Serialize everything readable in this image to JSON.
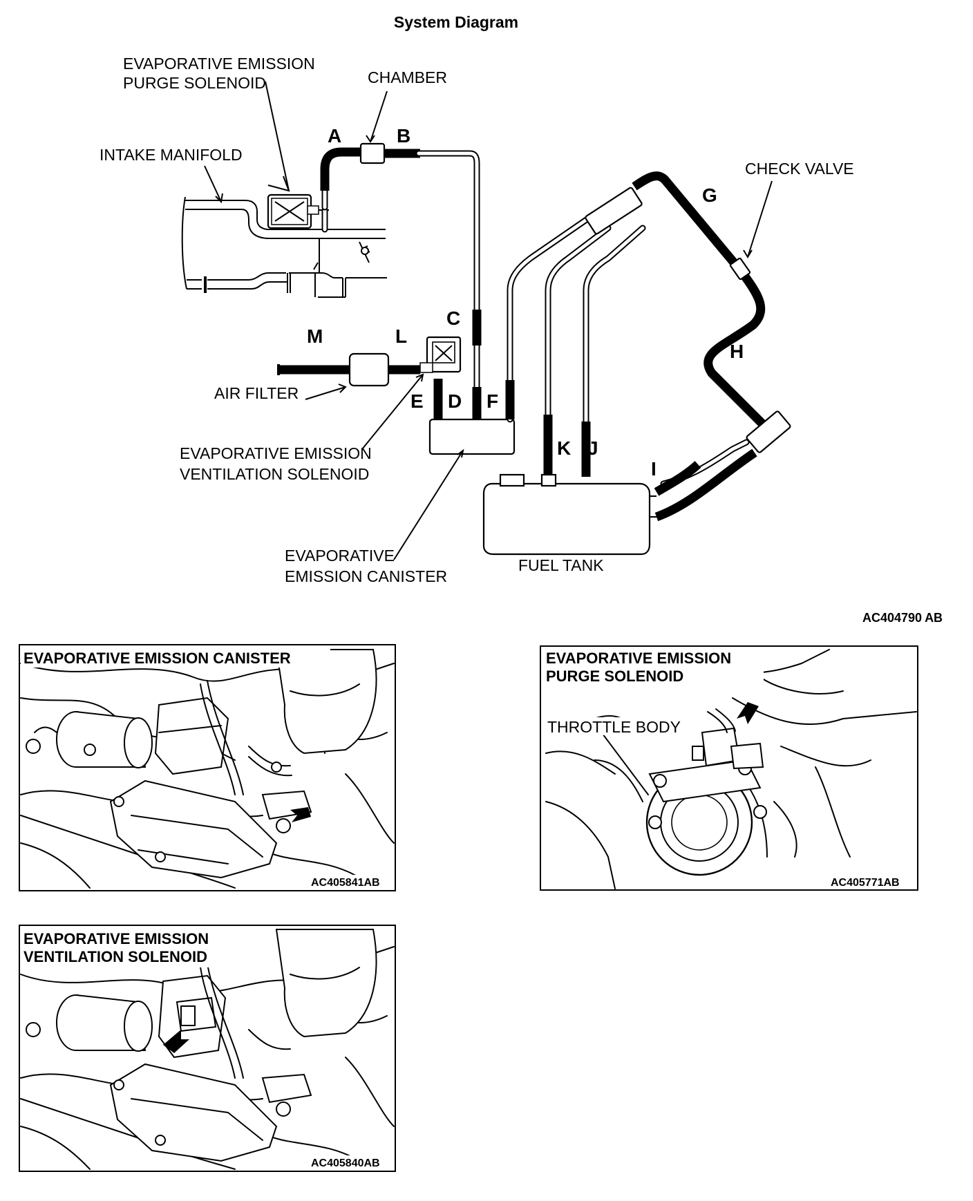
{
  "diagram": {
    "title": "System Diagram",
    "labels": {
      "purge_solenoid_l1": "EVAPORATIVE EMISSION",
      "purge_solenoid_l2": "PURGE SOLENOID",
      "chamber": "CHAMBER",
      "intake_manifold": "INTAKE MANIFOLD",
      "check_valve": "CHECK VALVE",
      "air_filter": "AIR FILTER",
      "vent_solenoid_l1": "EVAPORATIVE EMISSION",
      "vent_solenoid_l2": "VENTILATION SOLENOID",
      "canister_l1": "EVAPORATIVE",
      "canister_l2": "EMISSION CANISTER",
      "fuel_tank": "FUEL TANK"
    },
    "hoses": {
      "A": "A",
      "B": "B",
      "C": "C",
      "D": "D",
      "E": "E",
      "F": "F",
      "G": "G",
      "H": "H",
      "I": "I",
      "J": "J",
      "K": "K",
      "L": "L",
      "M": "M"
    },
    "code": "AC404790",
    "code_suffix": "AB"
  },
  "photos": [
    {
      "title_l1": "EVAPORATIVE EMISSION CANISTER",
      "title_l2": "",
      "code": "AC405841AB"
    },
    {
      "title_l1": "EVAPORATIVE EMISSION",
      "title_l2": "PURGE SOLENOID",
      "extra": "THROTTLE BODY",
      "code": "AC405771AB"
    },
    {
      "title_l1": "EVAPORATIVE EMISSION",
      "title_l2": "VENTILATION SOLENOID",
      "code": "AC405840AB"
    }
  ]
}
